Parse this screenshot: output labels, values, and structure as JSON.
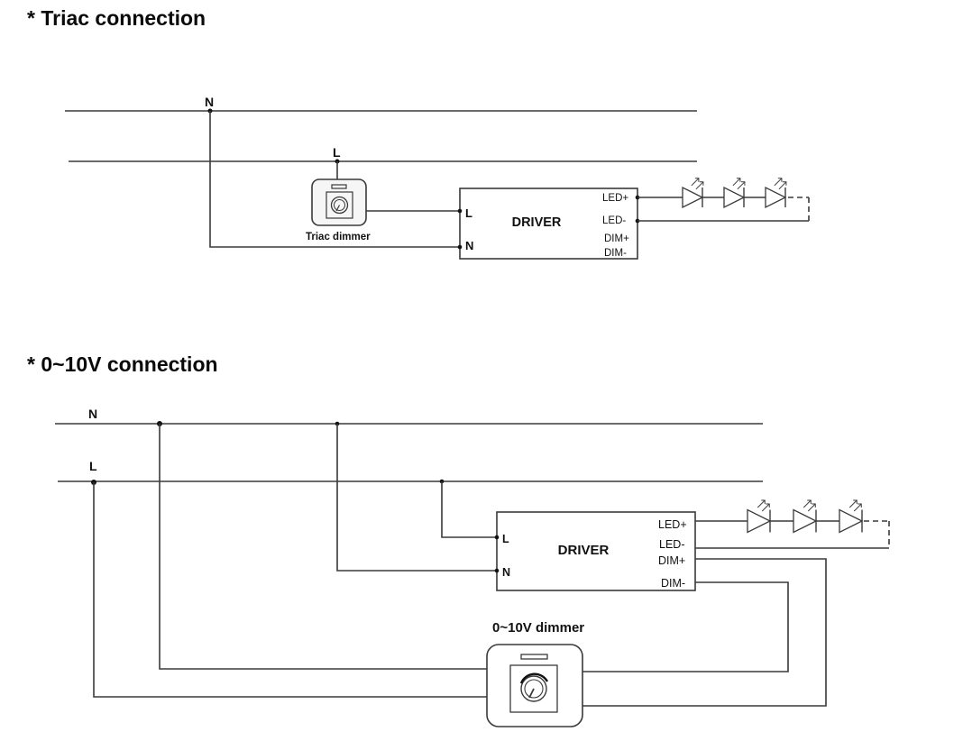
{
  "sections": [
    {
      "title": "* Triac connection",
      "bus_labels": {
        "neutral": "N",
        "line": "L"
      },
      "dimmer_label": "Triac dimmer",
      "driver": {
        "name": "DRIVER",
        "inputs": [
          "L",
          "N"
        ],
        "outputs": [
          "LED+",
          "LED-",
          "DIM+",
          "DIM-"
        ]
      },
      "led_count": 3
    },
    {
      "title": "* 0~10V connection",
      "bus_labels": {
        "neutral": "N",
        "line": "L"
      },
      "dimmer_label": "0~10V dimmer",
      "driver": {
        "name": "DRIVER",
        "inputs": [
          "L",
          "N"
        ],
        "outputs": [
          "LED+",
          "LED-",
          "DIM+",
          "DIM-"
        ]
      },
      "led_count": 3
    }
  ],
  "colors": {
    "wire": "#3a3a3a",
    "text": "#111111",
    "background": "#ffffff"
  }
}
